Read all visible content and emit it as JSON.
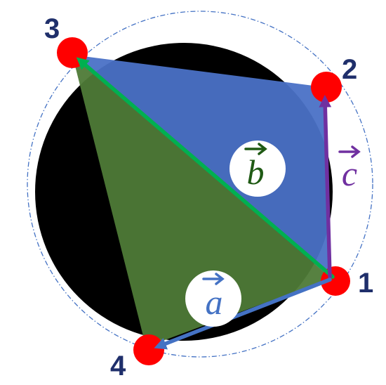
{
  "points": [
    {
      "label": "1"
    },
    {
      "label": "2"
    },
    {
      "label": "3"
    },
    {
      "label": "4"
    }
  ],
  "vectors": {
    "a": {
      "letter": "a",
      "color": "#4472c4"
    },
    "b": {
      "letter": "b",
      "color": "#1f5a14"
    },
    "c": {
      "letter": "c",
      "color": "#7030a0"
    }
  },
  "colors": {
    "disk": "#000000",
    "point_fill": "#ff0000",
    "upper_triangle": "#4a71c6",
    "lower_triangle": "#4e7a37",
    "arrow_a": "#4472c4",
    "arrow_b": "#00b050",
    "arrow_c": "#7030a0",
    "circle_outline": "#4472c4",
    "point_label": "#1f2f6b"
  }
}
